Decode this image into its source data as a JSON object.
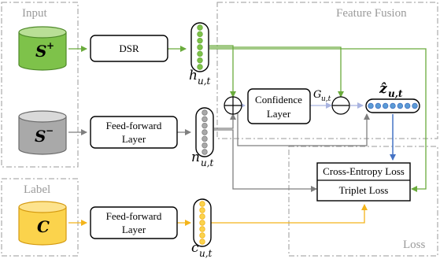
{
  "sections": {
    "input": "Input",
    "feature_fusion": "Feature Fusion",
    "label": "Label",
    "loss": "Loss"
  },
  "inputs": {
    "s_plus": {
      "symbol": "S",
      "sup": "+"
    },
    "s_minus": {
      "symbol": "S",
      "sup": "−"
    },
    "c": {
      "symbol": "C"
    }
  },
  "modules": {
    "dsr": "DSR",
    "ffn_neg_line1": "Feed-forward",
    "ffn_neg_line2": "Layer",
    "ffn_label_line1": "Feed-forward",
    "ffn_label_line2": "Layer",
    "confidence_line1": "Confidence",
    "confidence_line2": "Layer"
  },
  "features": {
    "h": {
      "main": "h",
      "sub": "u,t"
    },
    "n": {
      "main": "n",
      "sub": "u,t"
    },
    "c": {
      "main": "c",
      "sub": "u,t"
    },
    "g": {
      "main": "G",
      "sub": "u,t"
    },
    "z": {
      "main": "ẑ",
      "sub": "u,t"
    }
  },
  "losses": {
    "cross_entropy": "Cross-Entropy Loss",
    "triplet": "Triplet Loss"
  },
  "colors": {
    "green": "#6aab3c",
    "green_fill": "#7ec24a",
    "gray": "#7f7f7f",
    "gray_fill": "#a9a9a9",
    "orange": "#f3b41b",
    "orange_fill": "#fbd34c",
    "blue": "#4472c4",
    "blue_fill": "#5b9bd5"
  }
}
